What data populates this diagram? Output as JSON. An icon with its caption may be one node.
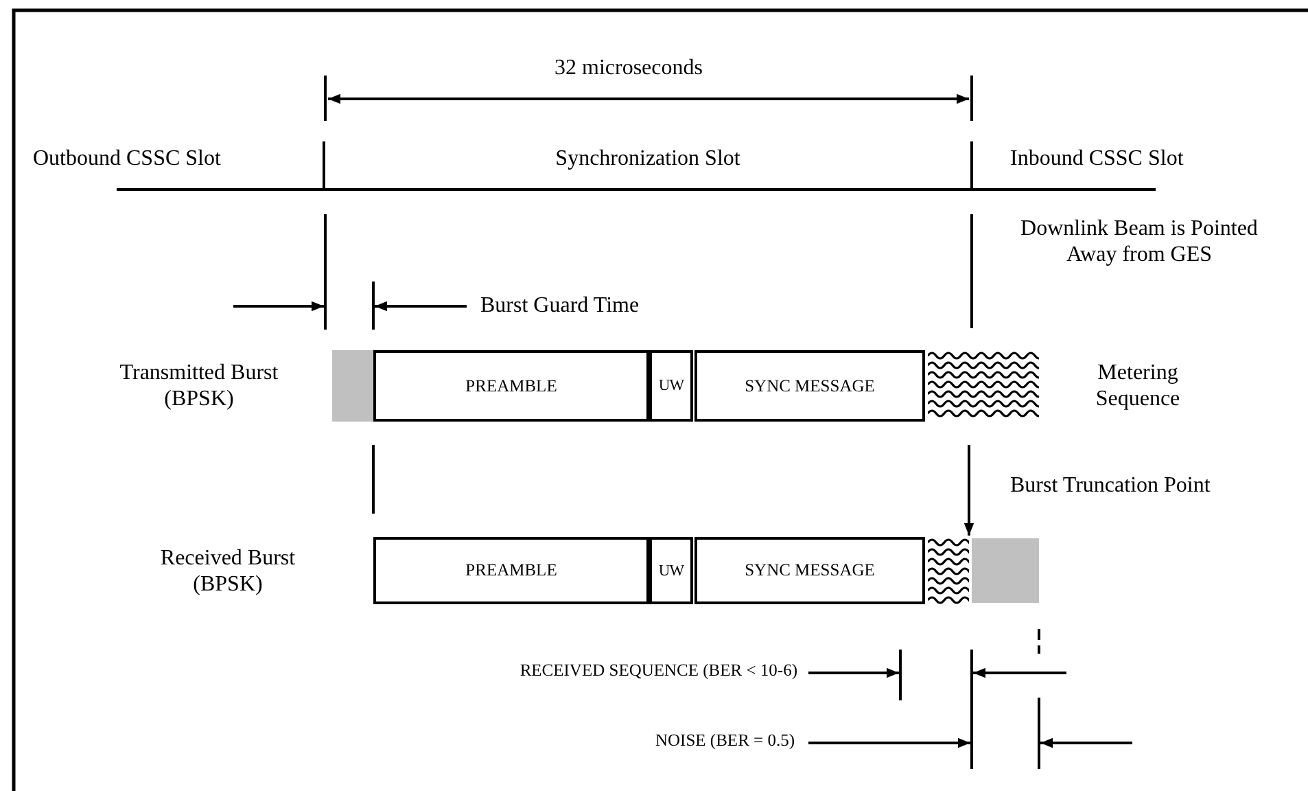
{
  "diagram": {
    "nodes": [
      {
        "text": [],
        "shape": "bar"
      },
      {
        "text": [
          "PREAMBLE"
        ]
      },
      {
        "text": [
          "UW"
        ]
      },
      {
        "text": [
          "SYNC MESSAGE"
        ]
      },
      {
        "text": [],
        "shape": "bar"
      },
      {
        "text": [
          "PREAMBLE"
        ]
      },
      {
        "text": [
          "UW"
        ]
      },
      {
        "text": [
          "SYNC MESSAGE"
        ]
      },
      {
        "text": [],
        "shape": "bar"
      },
      {
        "text": [],
        "shape": "bar"
      }
    ],
    "edges": [],
    "labels": [
      "32 microseconds",
      "Outbound CSSC Slot",
      "Synchronization Slot",
      "Inbound CSSC Slot",
      "Downlink Beam is Pointed Away from GES",
      "Burst Guard Time",
      "Transmitted Burst (BPSK)",
      "Metering Sequence",
      "Burst Truncation Point",
      "Received Burst (BPSK)",
      "RECEIVED SEQUENCE (BER < 10-6)",
      "NOISE (BER = 0.5)"
    ]
  }
}
